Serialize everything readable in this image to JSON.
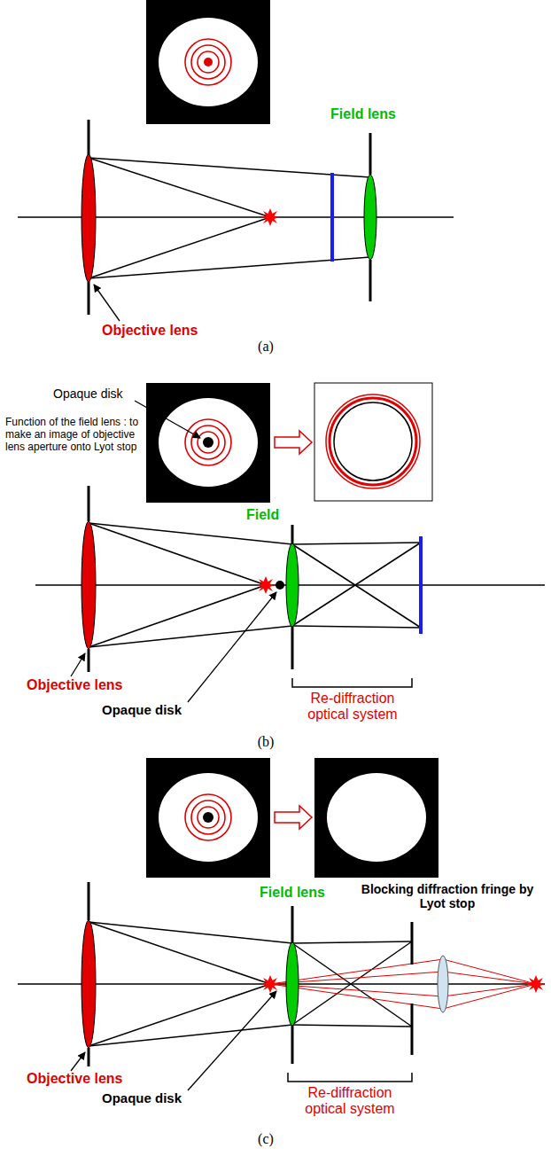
{
  "diagram": {
    "labels": [
      "Field lens",
      "Objective lens",
      "(a)",
      "Opaque disk",
      "Function of the field lens : to make an image of objective lens aperture onto Lyot stop",
      "Field",
      "Objective lens",
      "Opaque disk",
      "Re-diffraction optical system",
      "(b)",
      "Field lens",
      "Blocking diffraction fringe by Lyot stop",
      "Objective lens",
      "Opaque disk",
      "Re-diffraction optical system",
      "(c)"
    ]
  }
}
